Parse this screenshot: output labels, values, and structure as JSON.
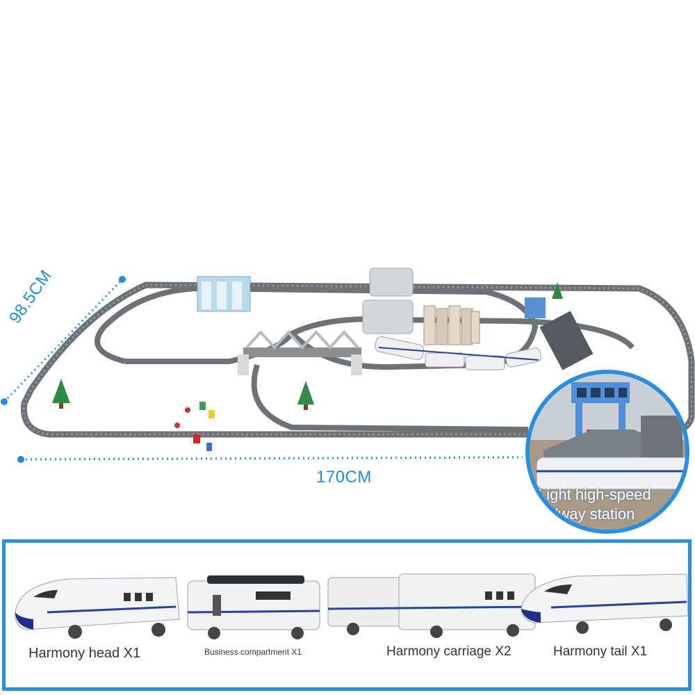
{
  "dimensions": {
    "depth": "98.5CM",
    "width": "170CM"
  },
  "inset": {
    "caption": "Light high-speed railway station"
  },
  "parts": [
    {
      "label": "Harmony head X1"
    },
    {
      "label": "Business compartment X1"
    },
    {
      "label": "Harmony carriage X2"
    },
    {
      "label": "Harmony tail X1"
    }
  ],
  "colors": {
    "accent": "#2d8fdc",
    "track": "#6e7276",
    "train_stripe": "#2b3f9e"
  }
}
